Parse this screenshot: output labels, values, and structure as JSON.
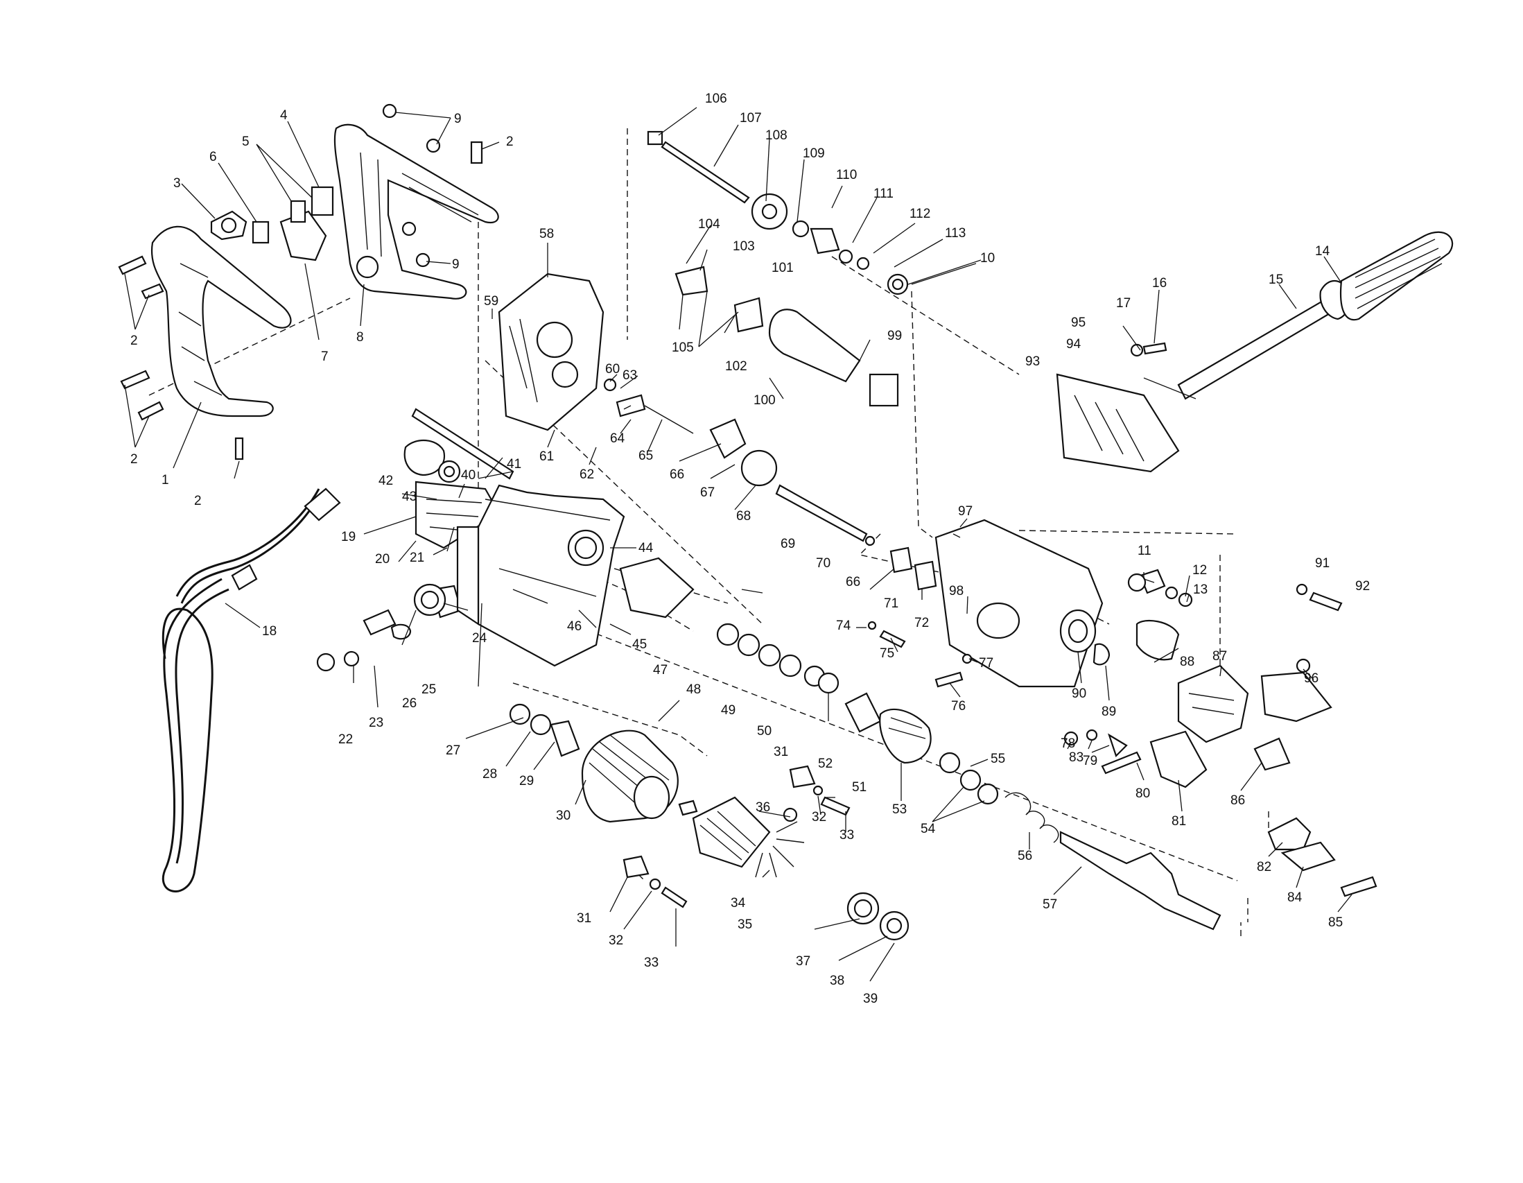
{
  "labels": {
    "p1": "1",
    "p2a": "2",
    "p2b": "2",
    "p2c": "2",
    "p2d": "2",
    "p3": "3",
    "p4": "4",
    "p5": "5",
    "p6": "6",
    "p7": "7",
    "p8": "8",
    "p9a": "9",
    "p9b": "9",
    "p10": "10",
    "p11": "11",
    "p12": "12",
    "p13": "13",
    "p14": "14",
    "p15": "15",
    "p16": "16",
    "p17": "17",
    "p18": "18",
    "p19": "19",
    "p20": "20",
    "p21": "21",
    "p22": "22",
    "p23": "23",
    "p24": "24",
    "p25": "25",
    "p26": "26",
    "p27": "27",
    "p28": "28",
    "p29": "29",
    "p30": "30",
    "p31a": "31",
    "p31b": "31",
    "p32a": "32",
    "p32b": "32",
    "p33a": "33",
    "p33b": "33",
    "p34": "34",
    "p35": "35",
    "p36": "36",
    "p37": "37",
    "p38": "38",
    "p39": "39",
    "p40": "40",
    "p41": "41",
    "p42": "42",
    "p43": "43",
    "p44": "44",
    "p45": "45",
    "p46": "46",
    "p47": "47",
    "p48": "48",
    "p49": "49",
    "p50": "50",
    "p51": "51",
    "p52": "52",
    "p53": "53",
    "p54": "54",
    "p55": "55",
    "p56": "56",
    "p57": "57",
    "p58": "58",
    "p59": "59",
    "p60": "60",
    "p61": "61",
    "p62": "62",
    "p63": "63",
    "p64": "64",
    "p65": "65",
    "p66a": "66",
    "p66b": "66",
    "p67": "67",
    "p68": "68",
    "p69": "69",
    "p70": "70",
    "p71": "71",
    "p72": "72",
    "p74": "74",
    "p75": "75",
    "p76": "76",
    "p77": "77",
    "p78": "78",
    "p79": "79",
    "p80": "80",
    "p81": "81",
    "p82": "82",
    "p83": "83",
    "p84": "84",
    "p85": "85",
    "p86": "86",
    "p87": "87",
    "p88": "88",
    "p89": "89",
    "p90": "90",
    "p91": "91",
    "p92": "92",
    "p93": "93",
    "p94": "94",
    "p95": "95",
    "p96": "96",
    "p97": "97",
    "p98": "98",
    "p99": "99",
    "p100": "100",
    "p101": "101",
    "p102": "102",
    "p103": "103",
    "p104": "104",
    "p105": "105",
    "p106": "106",
    "p107": "107",
    "p108": "108",
    "p109": "109",
    "p110": "110",
    "p111": "111",
    "p112": "112",
    "p113": "113"
  }
}
